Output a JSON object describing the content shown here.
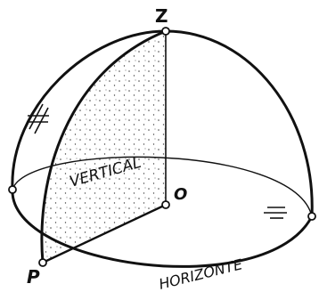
{
  "labels": {
    "zenith": "Z",
    "center": "O",
    "point": "P",
    "plane": "VERTICAL",
    "horizon": "HORIZONTE"
  },
  "marks": {
    "hatch_parallel_icon": "parallel-lines-mark",
    "equal_sign_icon": "equal-lines-mark"
  },
  "colors": {
    "ink": "#111111",
    "stipple": "#444444",
    "background": "#ffffff"
  }
}
